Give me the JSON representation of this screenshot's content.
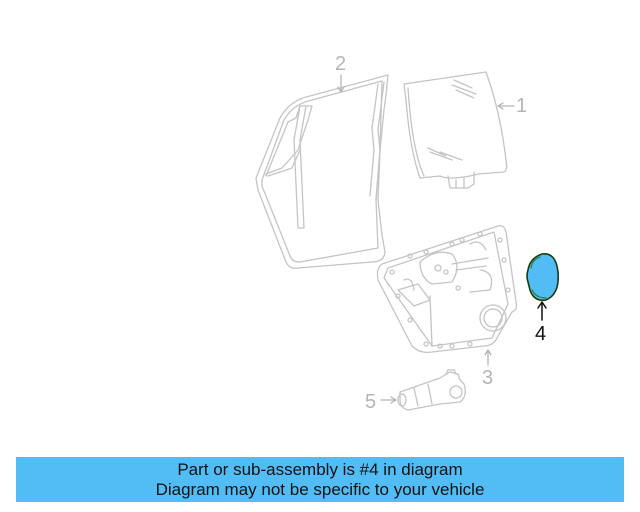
{
  "diagram": {
    "callouts": [
      {
        "number": "1",
        "part": "door-glass"
      },
      {
        "number": "2",
        "part": "window-channel-frame"
      },
      {
        "number": "3",
        "part": "window-regulator-panel"
      },
      {
        "number": "4",
        "part": "access-cover-seal",
        "highlighted": true
      },
      {
        "number": "5",
        "part": "window-motor"
      }
    ],
    "highlight_color": "#52bcf5",
    "line_color": "#c8c8c8"
  },
  "banner": {
    "line1": "Part or sub-assembly is #4 in diagram",
    "line2": "Diagram may not be specific to your vehicle",
    "background": "#52bcf5"
  }
}
